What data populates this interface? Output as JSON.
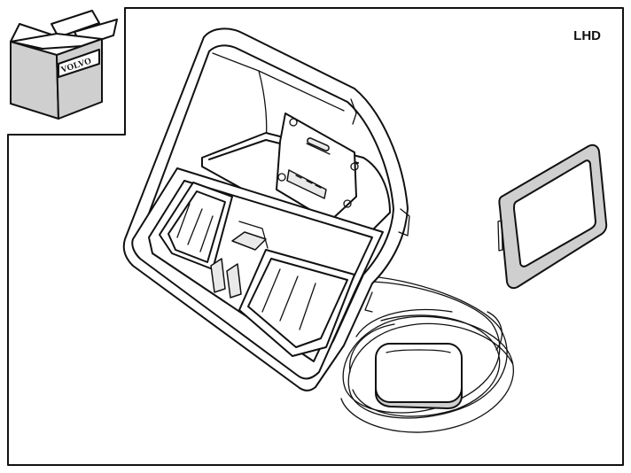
{
  "diagram": {
    "variant_label": "LHD",
    "kit_box_brand": "VOLVO"
  },
  "parts": [
    {
      "id": "kit-box-icon"
    },
    {
      "id": "dashboard-mounting-console"
    },
    {
      "id": "navigation-display-screen"
    },
    {
      "id": "gps-antenna"
    },
    {
      "id": "antenna-cable"
    }
  ]
}
